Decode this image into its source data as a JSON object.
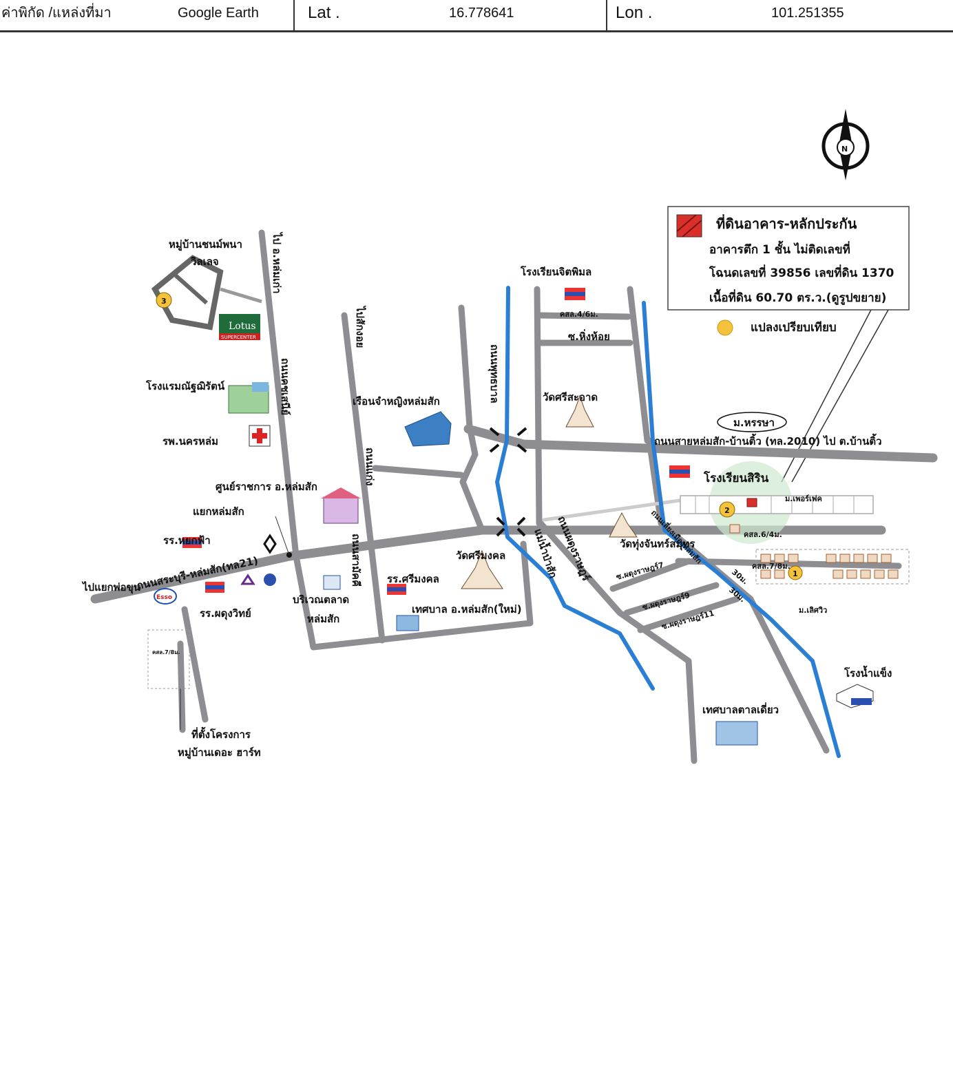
{
  "header": {
    "source_label": "ค่าพิกัด /แหล่งที่มา",
    "source_value": "Google Earth",
    "lat_label": "Lat .",
    "lat_value": "16.778641",
    "lon_label": "Lon .",
    "lon_value": "101.251355"
  },
  "legend": {
    "title": "ที่ดินอาคาร-หลักประกัน",
    "line1": "อาคารตึก 1 ชั้น  ไม่ติดเลขที่",
    "line2": "โฉนดเลขที่ 39856 เลขที่ดิน 1370",
    "line3": "เนื้อที่ดิน 60.70 ตร.ว.(ดูรูปขยาย)",
    "compare_label": "แปลงเปรียบเทียบ"
  },
  "compass": {
    "letter": "N"
  },
  "colors": {
    "road": "#8e8e92",
    "river": "#2a7fd4",
    "subject": "#d9302c",
    "compare": "#f5c23b"
  },
  "labels": {
    "village_chonphana": "หมู่บ้านชนม์พนา",
    "village_chonphana2": "วิลเลจ",
    "to_lomkao": "ไป อ.หล่มเก่า",
    "lotus": "Lotus",
    "lotus_sub": "SUPERCENTER",
    "hotel": "โรงแรมณัฐฌิรัตน์",
    "hospital": "รพ.นครหล่ม",
    "road_kotchasen": "ถนนคชเสนีย์",
    "to_sakngoi": "ไปสักงอย",
    "ruen_jam": "เรือนจำหญิงหล่มสัก",
    "road_kaeng": "ถนนแก่ง",
    "school_jitpimol": "โรงเรียนจิตพิมล",
    "kosol4": "คสล.4/6ม.",
    "soi_hinghoi": "ซ.หิ่งห้อย",
    "wat_sri_saat": "วัดศรีสะอาด",
    "road_phuttha": "ถนนพุทธบาล",
    "m_hansa": "ม.หรรษา",
    "road_bantiu": "ถนนสายหล่มสัก-บ้านติ้ว (ทล.2010) ไป ต.บ้านติ้ว",
    "school_sirin": "โรงเรียนสิริน",
    "m_paradise": "ม.เพอร์เฟค",
    "govt_center": "ศูนย์ราชการ อ.หล่มสัก",
    "lomsak_junction": "แยกหล่มสัก",
    "school_yokfa": "รร.หยกฟ้า",
    "to_phokhun": "ไปแยกพ่อขุน",
    "road_saraburi": "ถนนสระบุรี-หล่มสัก(ทล21)",
    "road_samakkhi": "ถนนสามัคคี",
    "wat_tung": "วัดทุ่งจันทร์สมุทร",
    "road_phadung": "ถนนผดุงราษฎร์",
    "mae_nam": "แม่น้ำป่าสัก",
    "kosol6": "คสล.6/4ม.",
    "kosol7": "คสล.7/8ม.",
    "wat_srimongkol": "วัดศรีมงคล",
    "school_srimongkol": "รร.ศรีมงคล",
    "market": "บริเวณตลาด",
    "market2": "หล่มสัก",
    "school_phadung": "รร.ผดุงวิทย์",
    "municipality": "เทศบาล อ.หล่มสัก(ใหม่)",
    "soi7": "ซ.ผดุงราษฎร์7",
    "soi9": "ซ.ผดุงราษฎร์9",
    "soi11": "ซ.ผดุงราษฎร์11",
    "road_lomsak_chiang": "ถนนเลี่ยงเมืองหล่มสัก",
    "m_lerts": "ม.เลิศวิว",
    "ice_factory": "โรงน้ำแข็ง",
    "talediao": "เทศบาลตาลเดี่ยว",
    "project_site": "ที่ตั้งโครงการ",
    "project_name": "หมู่บ้านเดอะ ฮาร์ท",
    "kosol_small": "คสล.7/8ม.",
    "esso": "Esso",
    "marker1": "1",
    "marker2": "2",
    "marker3": "3",
    "m30a": "30ม.",
    "m30b": "30ม."
  }
}
